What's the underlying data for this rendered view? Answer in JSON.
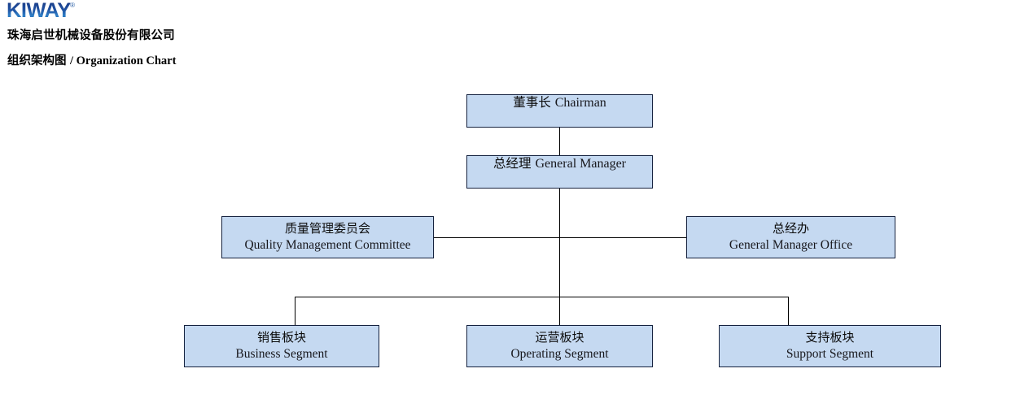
{
  "header": {
    "logo_text": "KIWAY",
    "logo_registered_mark": "®",
    "company_name_cn": "珠海启世机械设备股份有限公司",
    "chart_title_cn": "组织架构图",
    "chart_title_en": "/ Organization Chart"
  },
  "theme": {
    "box_fill": "#c5d9f1",
    "box_border": "#15223f",
    "connector": "#000000",
    "logo_blue": "#1f4fa0",
    "page_background": "#ffffff"
  },
  "chart_data": {
    "type": "diagram",
    "title": "组织架构图 / Organization Chart",
    "nodes": [
      {
        "id": "chairman",
        "cn": "董事长",
        "en": "Chairman",
        "level": 0
      },
      {
        "id": "gm",
        "cn": "总经理",
        "en": "General Manager",
        "level": 1
      },
      {
        "id": "qmc",
        "cn": "质量管理委员会",
        "en": "Quality Management Committee",
        "level": 2
      },
      {
        "id": "gmo",
        "cn": "总经办",
        "en": "General Manager Office",
        "level": 2
      },
      {
        "id": "business",
        "cn": "销售板块",
        "en": "Business Segment",
        "level": 3
      },
      {
        "id": "operating",
        "cn": "运营板块",
        "en": "Operating Segment",
        "level": 3
      },
      {
        "id": "support",
        "cn": "支持板块",
        "en": "Support Segment",
        "level": 3
      }
    ],
    "edges": [
      {
        "from": "chairman",
        "to": "gm"
      },
      {
        "from": "gm",
        "to": "qmc"
      },
      {
        "from": "gm",
        "to": "gmo"
      },
      {
        "from": "gm",
        "to": "business"
      },
      {
        "from": "gm",
        "to": "operating"
      },
      {
        "from": "gm",
        "to": "support"
      }
    ]
  }
}
